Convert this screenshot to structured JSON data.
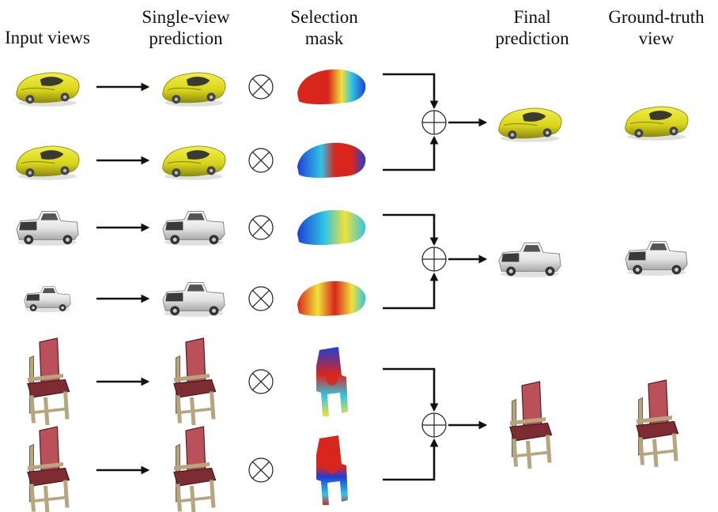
{
  "headers": {
    "input": "Input views",
    "single": [
      "Single-view",
      "prediction"
    ],
    "selection": [
      "Selection",
      "mask"
    ],
    "final": [
      "Final",
      "prediction"
    ],
    "gt": [
      "Ground-truth",
      "view"
    ]
  },
  "colors": {
    "car_yellow": "#d8d419",
    "car_shadow": "#8d8a12",
    "truck_white": "#e4e4e4",
    "truck_dark": "#3a3a3a",
    "chair_frame": "#b6a57f",
    "chair_seat": "#b9505a",
    "chair_seat_dark": "#7e2c33",
    "mask_red": "#d9261c",
    "mask_blue": "#1f3fd6",
    "mask_cyan": "#2fc4e6",
    "mask_yellow": "#f0e23a",
    "arrow": "#111111"
  },
  "groups": [
    {
      "object": "car",
      "rows": [
        {
          "input_icon": "car-side-icon",
          "prediction_icon": "car-icon",
          "mask_pattern": "red-front"
        },
        {
          "input_icon": "car-convertible-icon",
          "prediction_icon": "car-icon",
          "mask_pattern": "blue-red-split"
        }
      ],
      "final_icon": "car-icon",
      "gt_icon": "car-icon"
    },
    {
      "object": "truck",
      "rows": [
        {
          "input_icon": "pickup-truck-icon",
          "prediction_icon": "pickup-truck-icon",
          "mask_pattern": "blue-cyan"
        },
        {
          "input_icon": "pickup-truck-rear-icon",
          "prediction_icon": "pickup-truck-icon",
          "mask_pattern": "red-yellow"
        }
      ],
      "final_icon": "pickup-truck-icon",
      "gt_icon": "pickup-truck-icon"
    },
    {
      "object": "chair",
      "rows": [
        {
          "input_icon": "chair-icon",
          "prediction_icon": "chair-icon",
          "mask_pattern": "blue-red-center"
        },
        {
          "input_icon": "chair-front-icon",
          "prediction_icon": "chair-icon",
          "mask_pattern": "red-blue-lower"
        }
      ],
      "final_icon": "chair-icon",
      "gt_icon": "chair-icon"
    }
  ],
  "operators": {
    "multiply": "circled-times-icon",
    "combine": "circled-plus-icon"
  }
}
